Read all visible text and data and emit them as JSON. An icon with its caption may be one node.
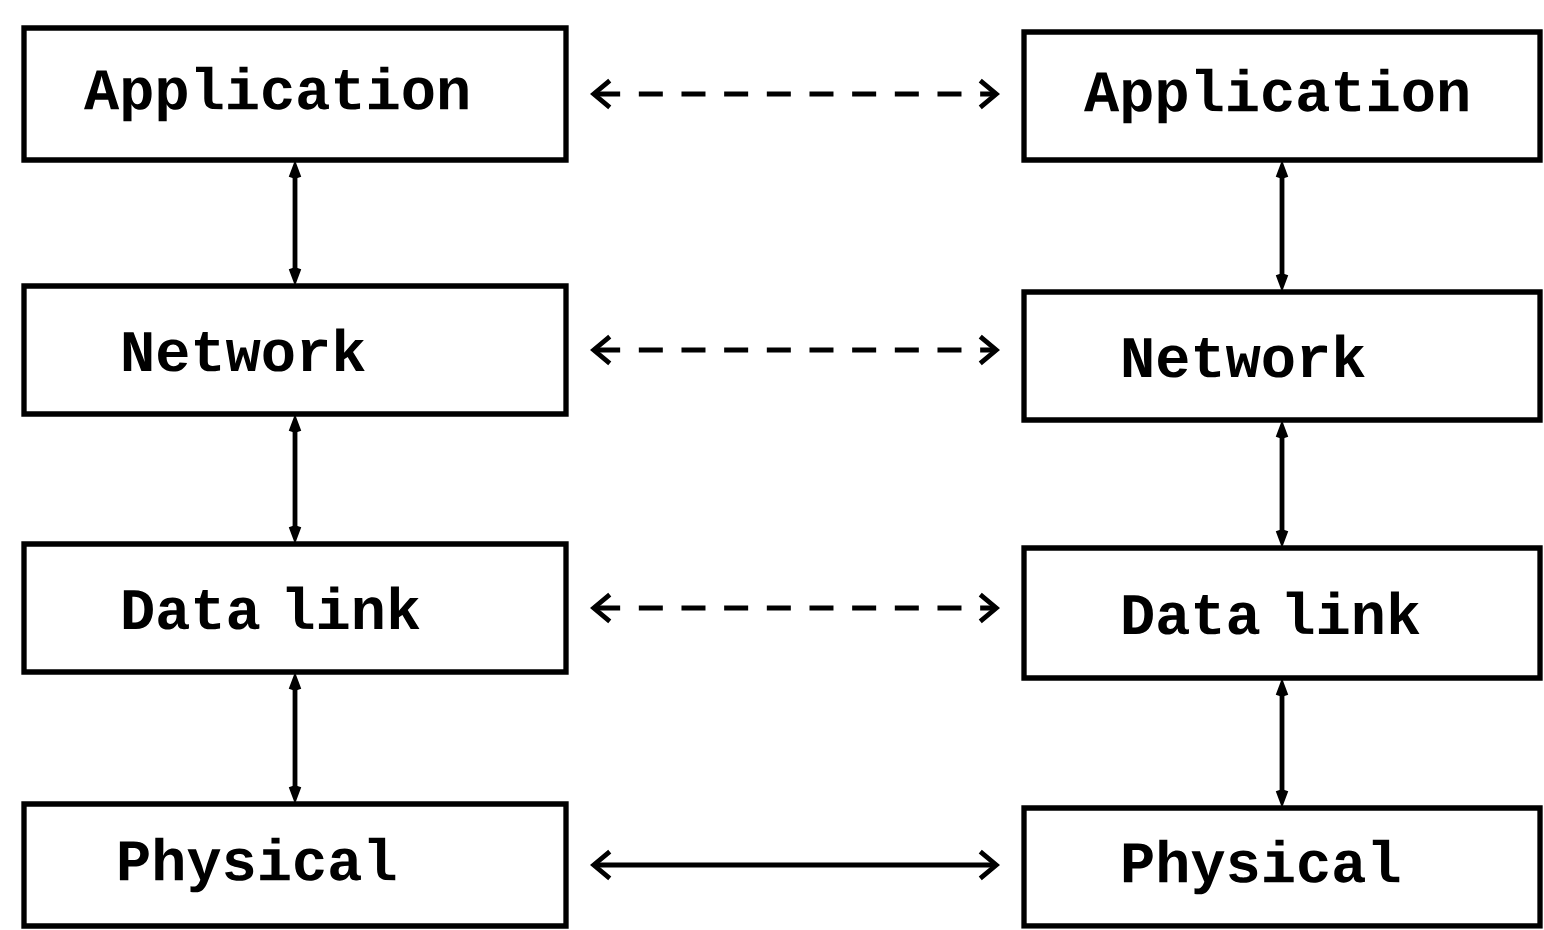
{
  "diagram": {
    "nodes": [
      {
        "text": [
          "Application"
        ]
      },
      {
        "text": [
          "Application"
        ]
      },
      {
        "text": [
          "Network"
        ]
      },
      {
        "text": [
          "Network"
        ]
      },
      {
        "text": [
          "Data link"
        ]
      },
      {
        "text": [
          "Data link"
        ]
      },
      {
        "text": [
          "Physical"
        ]
      },
      {
        "text": [
          "Physical"
        ]
      }
    ],
    "edges": [
      {
        "from": 0,
        "to": 1,
        "arrow": "both",
        "style": "dashed"
      },
      {
        "from": 2,
        "to": 3,
        "arrow": "both",
        "style": "dashed"
      },
      {
        "from": 4,
        "to": 5,
        "arrow": "both",
        "style": "dashed"
      },
      {
        "from": 6,
        "to": 7,
        "arrow": "both"
      },
      {
        "from": 0,
        "to": 2,
        "arrow": "both"
      },
      {
        "from": 2,
        "to": 4,
        "arrow": "both"
      },
      {
        "from": 4,
        "to": 6,
        "arrow": "both"
      },
      {
        "from": 1,
        "to": 3,
        "arrow": "both"
      },
      {
        "from": 3,
        "to": 5,
        "arrow": "both"
      },
      {
        "from": 5,
        "to": 7,
        "arrow": "both"
      }
    ]
  }
}
